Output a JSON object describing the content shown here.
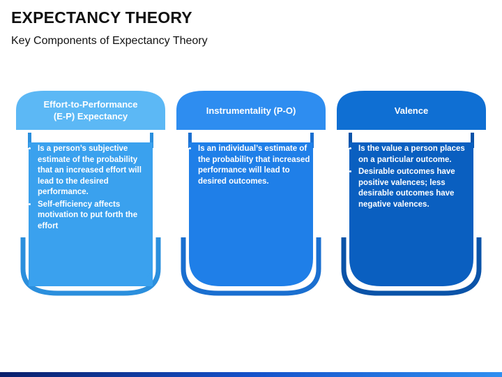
{
  "page": {
    "title": "EXPECTANCY THEORY",
    "subtitle": "Key Components of Expectancy Theory"
  },
  "cards": [
    {
      "heading_line1": "Effort-to-Performance",
      "heading_line2": "(E-P) Expectancy",
      "bullets": [
        "Is a person’s subjective estimate of the probability that an increased effort will lead to the desired performance.",
        "Self-efficiency affects motivation to put forth the effort"
      ],
      "colors": {
        "head": "#5cb8f5",
        "body": "#3aa1ee",
        "ring": "#2b8fdd"
      }
    },
    {
      "heading_line1": "Instrumentality (P-O)",
      "bullets": [
        "Is an individual’s estimate of the probability that increased performance will lead to desired outcomes."
      ],
      "colors": {
        "head": "#2e8df0",
        "body": "#1f7fe8",
        "ring": "#1a6fd0"
      }
    },
    {
      "heading_line1": "Valence",
      "bullets": [
        "Is the value a person places on a particular outcome.",
        "Desirable outcomes have positive valences; less desirable outcomes have negative valences."
      ],
      "colors": {
        "head": "#0f6fd3",
        "body": "#0a5fc0",
        "ring": "#0a53a8"
      }
    }
  ]
}
